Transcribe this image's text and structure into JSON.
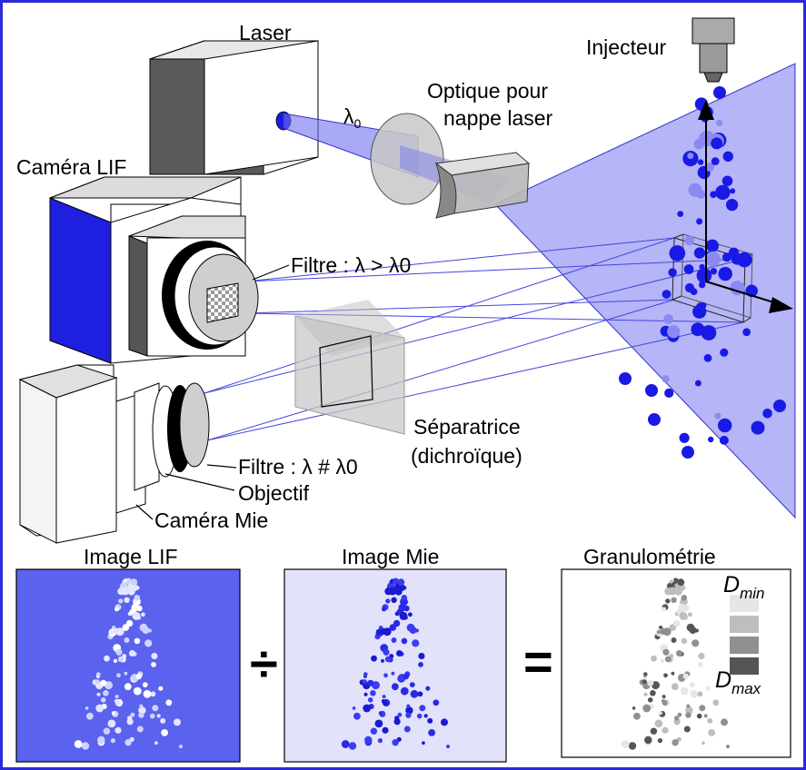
{
  "labels": {
    "laser": "Laser",
    "injector": "Injecteur",
    "lambda0": "λ",
    "lambda0_sub": "0",
    "optics_line1": "Optique pour",
    "optics_line2": "nappe laser",
    "camera_lif": "Caméra LIF",
    "filter_lif": "Filtre : λ > λ0",
    "separator_line1": "Séparatrice",
    "separator_line2": "(dichroïque)",
    "filter_mie": "Filtre : λ # λ0",
    "objective": "Objectif",
    "camera_mie": "Caméra Mie"
  },
  "panels": {
    "lif_title": "Image LIF",
    "mie_title": "Image Mie",
    "granulo_title": "Granulométrie",
    "divide_symbol": "÷",
    "equals_symbol": "=",
    "dmin_main": "D",
    "dmin_sub": "min",
    "dmax_main": "D",
    "dmax_sub": "max"
  },
  "colors": {
    "frame": "#2a2ad8",
    "sheet": "#7878f0",
    "droplet": "#1a1ae6",
    "lif_background": "#5a62ee",
    "mie_background": "#e2e2fb",
    "camera_blue": "#1f1fe0",
    "scale": [
      "#e6e6e6",
      "#bebebe",
      "#909090",
      "#555555"
    ]
  }
}
